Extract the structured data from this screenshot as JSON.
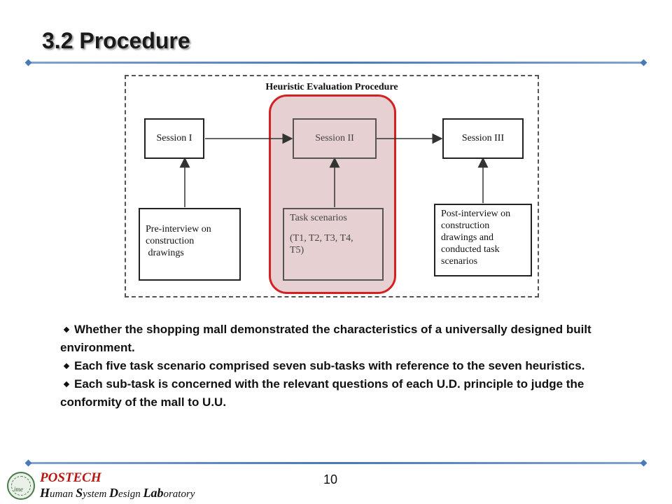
{
  "slide": {
    "title": "3.2 Procedure"
  },
  "diagram": {
    "title": "Heuristic Evaluation Procedure",
    "sessions": [
      "Session I",
      "Session II",
      "Session III"
    ],
    "inputs": {
      "pre_interview": [
        "Pre-interview on",
        "construction",
        " drawings"
      ],
      "task_scenarios": [
        "Task scenarios",
        "(T1, T2, T3, T4,",
        "T5)"
      ],
      "post_interview": [
        "Post-interview on",
        "construction",
        "drawings and",
        "conducted task",
        "scenarios"
      ]
    },
    "highlight_color": "#d42020"
  },
  "bullets": [
    "Whether the shopping mall demonstrated the characteristics of a universally designed built environment.",
    "Each five task scenario comprised seven sub-tasks with reference to the seven heuristics.",
    "Each sub-task is concerned with the relevant questions of each U.D. principle to judge the conformity of the mall to U.U."
  ],
  "footer": {
    "brand": "POSTECH",
    "lab_parts": [
      {
        "initial": "H",
        "rest": "uman "
      },
      {
        "initial": "S",
        "rest": "ystem "
      },
      {
        "initial": "D",
        "rest": "esign "
      },
      {
        "initial": "Lab",
        "rest": "oratory"
      }
    ],
    "seal_text": "ime",
    "page_number": "10"
  },
  "colors": {
    "accent_line": "#4a78b8",
    "brand_red": "#b8160f"
  }
}
